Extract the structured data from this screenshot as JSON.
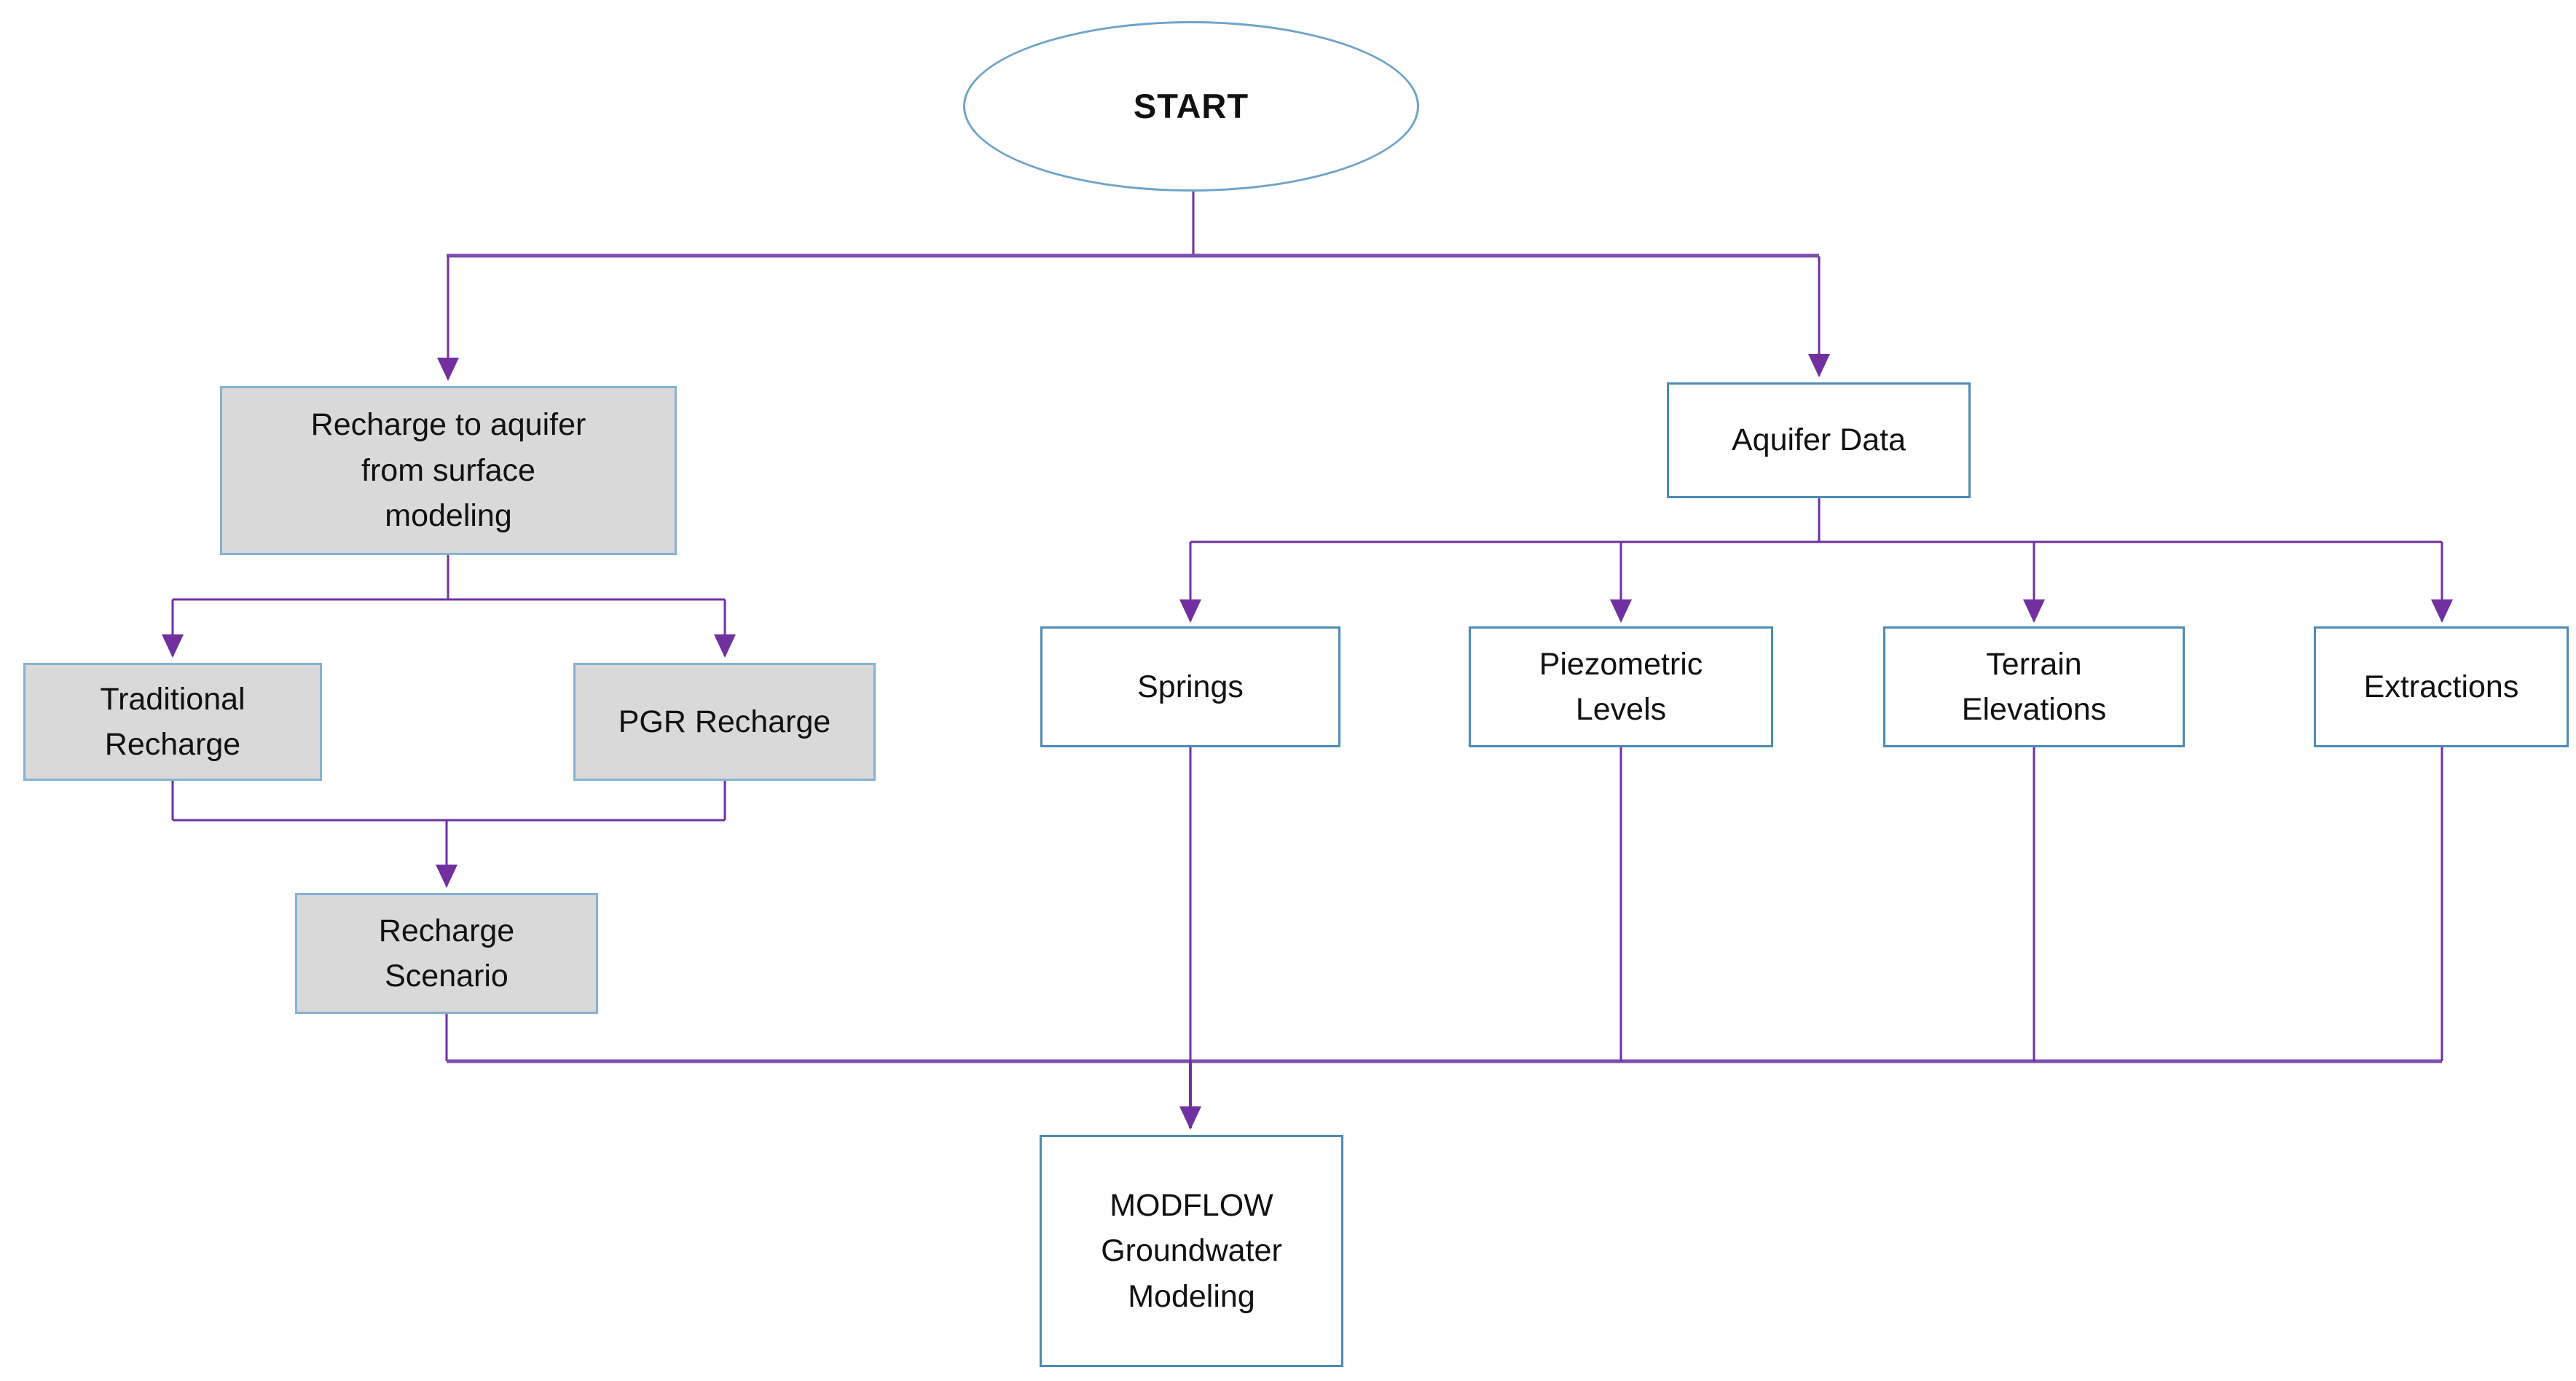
{
  "diagram": {
    "type": "flowchart",
    "nodes": {
      "start": {
        "label": "START",
        "shape": "ellipse",
        "fill": "#FFFFFF"
      },
      "recharge_surface": {
        "label": "Recharge to aquifer\nfrom surface\nmodeling",
        "shape": "rect",
        "fill": "#D9D9D9"
      },
      "aquifer_data": {
        "label": "Aquifer Data",
        "shape": "rect",
        "fill": "#FFFFFF"
      },
      "traditional": {
        "label": "Traditional\nRecharge",
        "shape": "rect",
        "fill": "#D9D9D9"
      },
      "pgr": {
        "label": "PGR Recharge",
        "shape": "rect",
        "fill": "#D9D9D9"
      },
      "recharge_scenario": {
        "label": "Recharge\nScenario",
        "shape": "rect",
        "fill": "#D9D9D9"
      },
      "springs": {
        "label": "Springs",
        "shape": "rect",
        "fill": "#FFFFFF"
      },
      "piezometric": {
        "label": "Piezometric\nLevels",
        "shape": "rect",
        "fill": "#FFFFFF"
      },
      "terrain": {
        "label": "Terrain\nElevations",
        "shape": "rect",
        "fill": "#FFFFFF"
      },
      "extractions": {
        "label": "Extractions",
        "shape": "rect",
        "fill": "#FFFFFF"
      },
      "modflow": {
        "label": "MODFLOW\nGroundwater\nModeling",
        "shape": "rect",
        "fill": "#FFFFFF"
      }
    },
    "edges": [
      "start -> recharge_surface",
      "start -> aquifer_data",
      "recharge_surface -> traditional",
      "recharge_surface -> pgr",
      "traditional -> recharge_scenario",
      "pgr -> recharge_scenario",
      "aquifer_data -> springs",
      "aquifer_data -> piezometric",
      "aquifer_data -> terrain",
      "aquifer_data -> extractions",
      "recharge_scenario -> modflow",
      "springs -> modflow",
      "piezometric -> modflow",
      "terrain -> modflow",
      "extractions -> modflow"
    ]
  },
  "colors": {
    "line": "#7030A0",
    "line-thick": "#7E4FAD",
    "gray-fill": "#D9D9D9",
    "border-gray": "#85B2D3",
    "border-blue": "#4E8AB8",
    "border-ellipse": "#6FA3C8",
    "text": "#111111",
    "background": "#FFFFFF"
  }
}
